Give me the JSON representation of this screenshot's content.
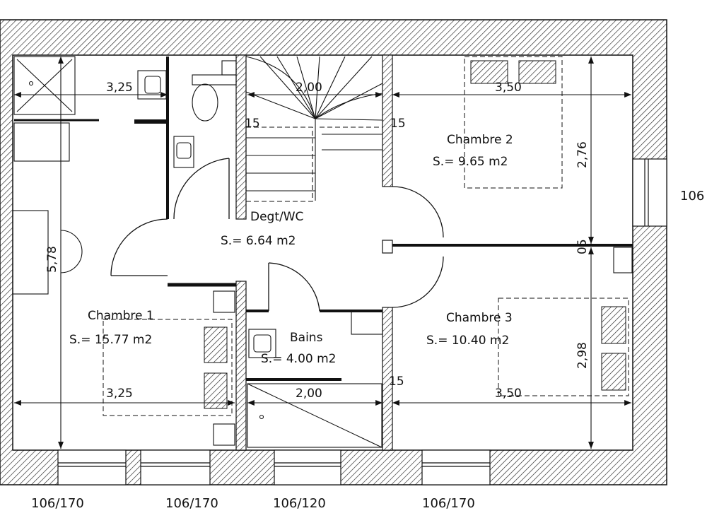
{
  "rooms": {
    "chambre1": {
      "name": "Chambre 1",
      "area": "S.= 15.77 m2"
    },
    "chambre2": {
      "name": "Chambre 2",
      "area": "S.= 9.65 m2"
    },
    "chambre3": {
      "name": "Chambre 3",
      "area": "S.= 10.40 m2"
    },
    "degt": {
      "name": "Degt/WC",
      "area": "S.= 6.64 m2"
    },
    "bains": {
      "name": "Bains",
      "area": "S.= 4.00 m2"
    }
  },
  "dimensions": {
    "top_left_width": "3,25",
    "top_mid_width": "2,00",
    "top_right_width": "3,50",
    "bottom_left_width": "3,25",
    "bottom_mid_width": "2,00",
    "bottom_right_width": "3,50",
    "left_height": "5,78",
    "right_upper_height": "2,76",
    "right_lower_height": "2,98",
    "wall_upper_mid": "15",
    "wall_upper_right": "15",
    "wall_lower_right": "15",
    "partition_right": "05"
  },
  "windows": {
    "w1": "106/170",
    "w2": "106/170",
    "w3": "106/120",
    "w4": "106/170",
    "right": "106"
  },
  "colors": {
    "line": "#111111",
    "wall_fill": "#ffffff"
  }
}
